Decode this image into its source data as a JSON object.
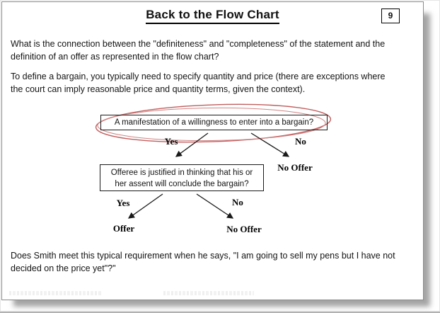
{
  "header": {
    "title": "Back to the Flow Chart",
    "page_number": "9"
  },
  "body": {
    "paragraph1": "What is the connection between the \"definiteness\" and \"completeness\" of the statement and the\ndefinition of an offer as represented in the flow chart?",
    "paragraph2": "To define a bargain, you typically need to specify quantity and price (there are exceptions where\nthe court can imply reasonable price and quantity terms, given the context).",
    "closing_paragraph": "Does Smith meet this typical requirement when he says, \"I am going to sell my pens but I have not\ndecided on the price yet\"?\""
  },
  "flowchart": {
    "question1": "A manifestation of a willingness to enter into a bargain?",
    "question2": "Offeree is justified in thinking that his or\nher assent will conclude the bargain?",
    "level1": {
      "yes_label": "Yes",
      "no_label": "No",
      "no_result": "No Offer"
    },
    "level2": {
      "yes_label": "Yes",
      "no_label": "No",
      "yes_result": "Offer",
      "no_result": "No Offer"
    },
    "highlight_color": "#c25e5e",
    "highlight_color_light": "#d08484"
  }
}
